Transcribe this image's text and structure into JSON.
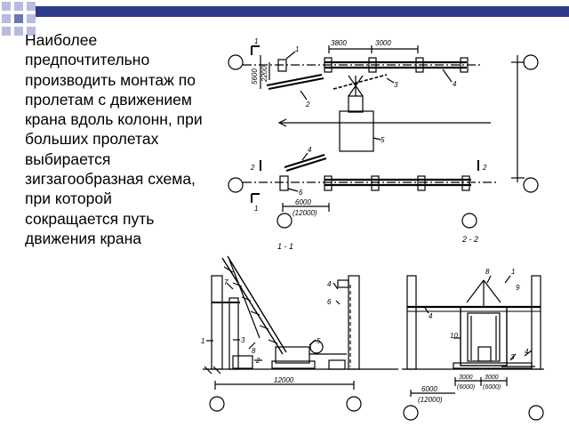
{
  "slide": {
    "body_text": "Наиболее предпочтительно производить монтаж по пролетам с движением крана вдоль колонн, при больших пролетах выбирается зигзагообразная схема, при которой сокращается путь движения крана"
  },
  "colors": {
    "accent_dark": "#2e3a8c",
    "accent_mid": "#6b75b8",
    "accent_light": "#b7bce0"
  },
  "drawing": {
    "plan": {
      "dimensions": [
        "3800",
        "3000",
        "5600",
        "2200",
        "6000",
        "(12000)"
      ],
      "callouts": [
        "1",
        "2",
        "3",
        "4",
        "5",
        "4",
        "6"
      ],
      "section_marks": [
        "1",
        "1",
        "2",
        "2"
      ]
    },
    "section_1": {
      "title": "1 - 1",
      "callouts": [
        "7",
        "3",
        "1",
        "8",
        "2",
        "5",
        "4",
        "6"
      ],
      "span": "12000"
    },
    "section_2": {
      "title": "2 - 2",
      "callouts": [
        "8",
        "1",
        "9",
        "4",
        "10",
        "3",
        "4"
      ],
      "dimensions": [
        "3000",
        "3000",
        "(6000)",
        "(6000)",
        "6000",
        "(12000)"
      ]
    }
  }
}
